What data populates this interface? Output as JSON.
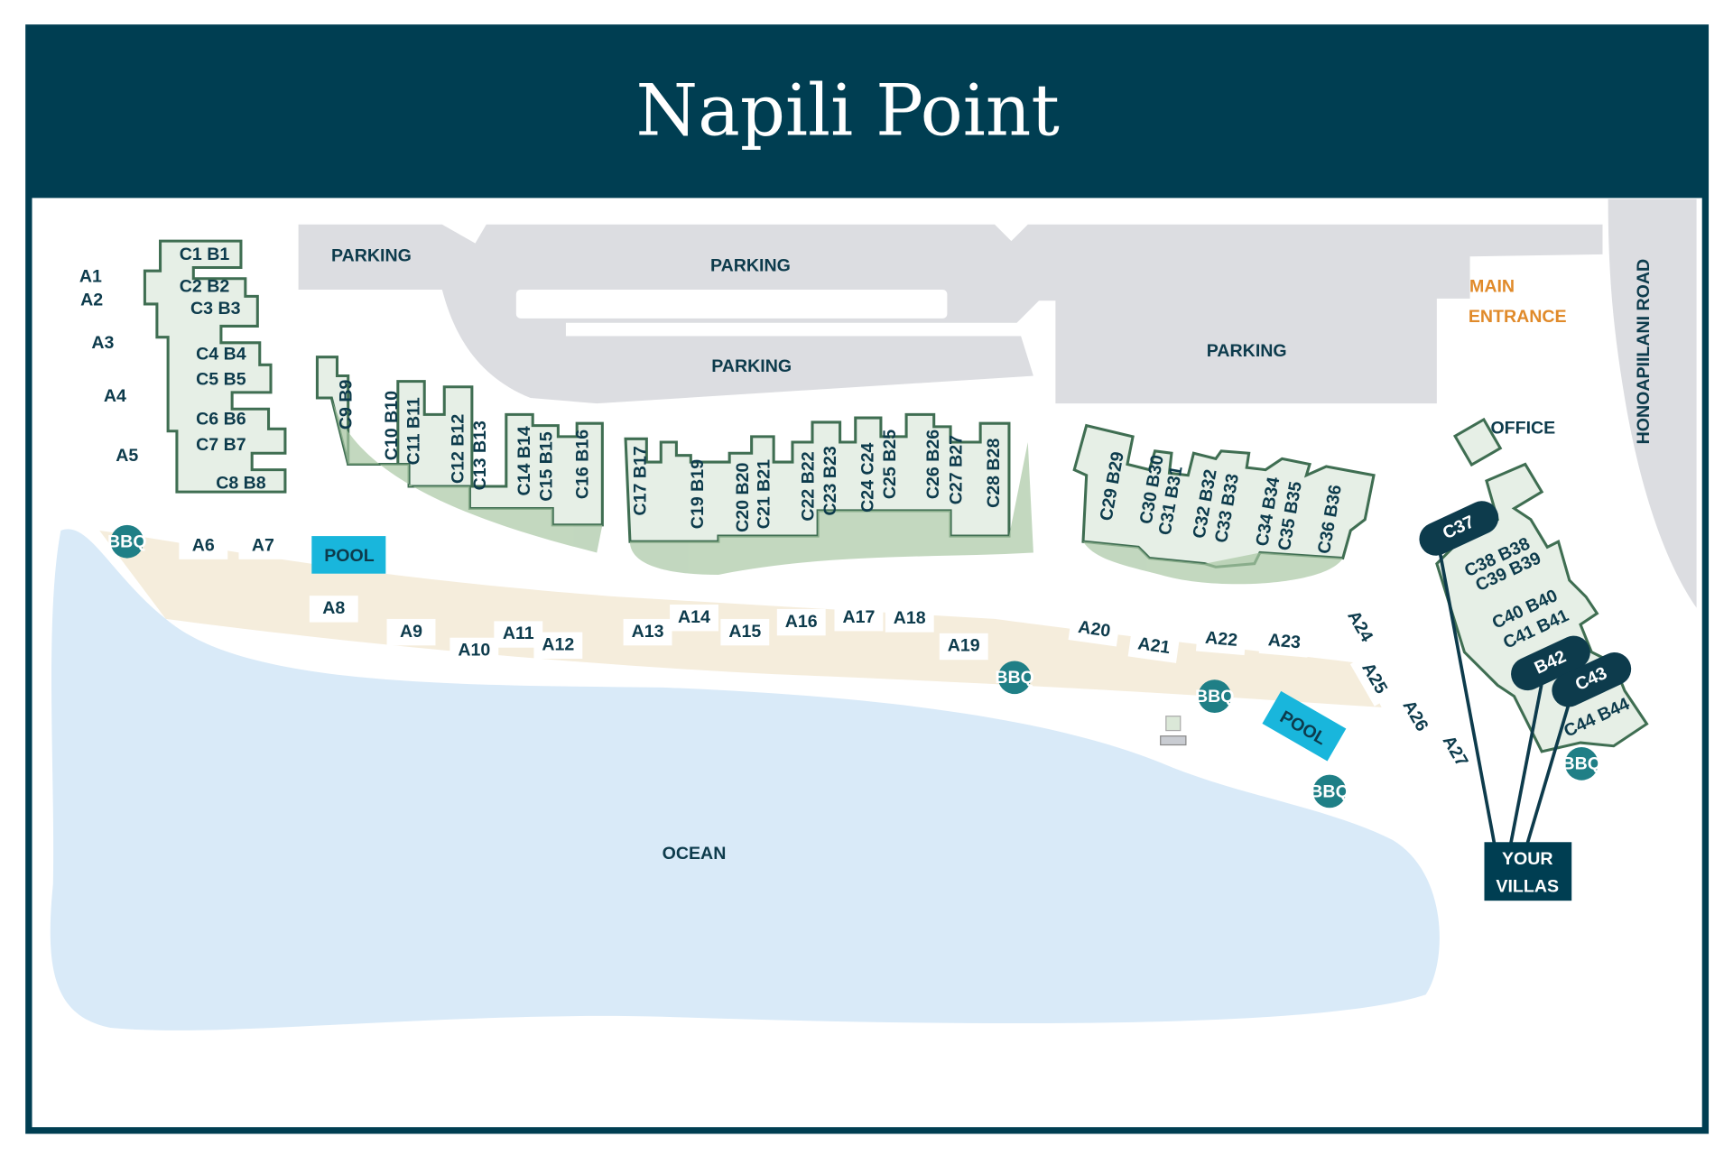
{
  "title": "Napili Point",
  "colors": {
    "header": "#003e52",
    "building": "#e6efe6",
    "building_stroke": "#3f6e52",
    "parking": "#dcdde1",
    "ocean": "#d6e8f6",
    "sand": "#f5eddc",
    "pool": "#19b6dc",
    "bbq": "#1f7f86",
    "entrance": "#e08a2a"
  },
  "parking_labels": [
    "PARKING",
    "PARKING",
    "PARKING",
    "PARKING"
  ],
  "main_entrance": [
    "MAIN",
    "ENTRANCE"
  ],
  "office": "OFFICE",
  "road": "HONOAPIILANI ROAD",
  "ocean": "OCEAN",
  "pools": [
    "POOL",
    "POOL"
  ],
  "bbq": [
    "BBQ",
    "BBQ",
    "BBQ",
    "BBQ",
    "BBQ"
  ],
  "a_units": [
    "A1",
    "A2",
    "A3",
    "A4",
    "A5",
    "A6",
    "A7",
    "A8",
    "A9",
    "A10",
    "A11",
    "A12",
    "A13",
    "A14",
    "A15",
    "A16",
    "A17",
    "A18",
    "A19",
    "A20",
    "A21",
    "A22",
    "A23",
    "A24",
    "A25",
    "A26",
    "A27"
  ],
  "bc_units": [
    "C1 B1",
    "C2 B2",
    "C3 B3",
    "C4 B4",
    "C5 B5",
    "C6 B6",
    "C7 B7",
    "C8 B8",
    "C9 B9",
    "C10 B10",
    "C11 B11",
    "C12 B12",
    "C13 B13",
    "C14 B14",
    "C15 B15",
    "C16 B16",
    "C17 B17",
    "C19 B19",
    "C20 B20",
    "C21 B21",
    "C22 B22",
    "C23 B23",
    "C24 C24",
    "C25 B25",
    "C26 B26",
    "C27 B27",
    "C28 B28",
    "C29 B29",
    "C30 B30",
    "C31 B31",
    "C32 B32",
    "C33 B33",
    "C34 B34",
    "C35 B35",
    "C36 B36",
    "C38 B38",
    "C39 B39",
    "C40 B40",
    "C41 B41",
    "C44 B44"
  ],
  "highlighted_units": [
    "C37",
    "B42",
    "C43"
  ],
  "your_villas": [
    "YOUR",
    "VILLAS"
  ]
}
